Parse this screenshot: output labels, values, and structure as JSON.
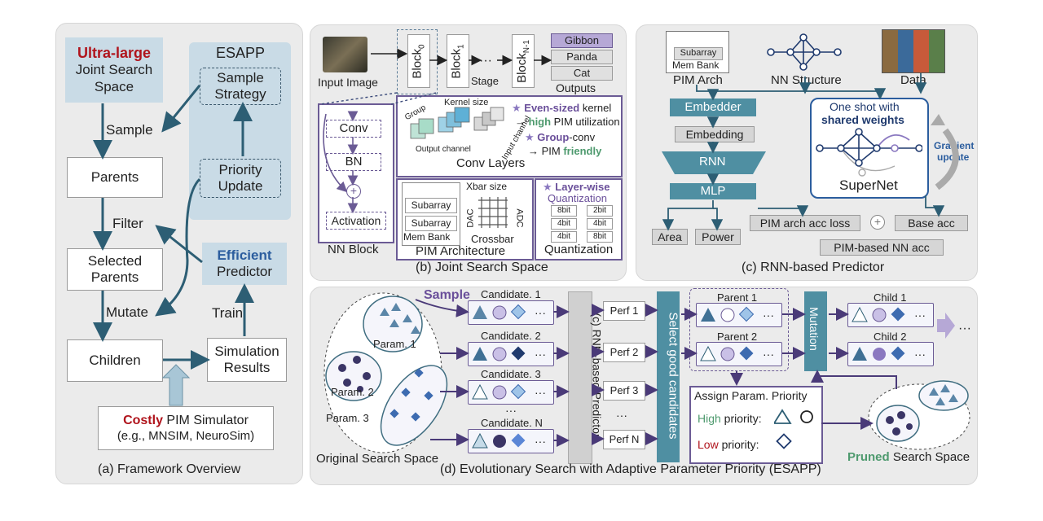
{
  "panel_a": {
    "caption": "(a) Framework Overview",
    "ultra_large": "Ultra-large",
    "joint_search": "Joint Search",
    "space": "Space",
    "sample": "Sample",
    "parents": "Parents",
    "filter": "Filter",
    "selected": "Selected",
    "parents2": "Parents",
    "mutate": "Mutate",
    "children": "Children",
    "esapp": "ESAPP",
    "sample_l1": "Sample",
    "sample_l2": "Strategy",
    "priority_l1": "Priority",
    "priority_l2": "Update",
    "efficient": "Efficient",
    "predictor": "Predictor",
    "train": "Train",
    "sim_l1": "Simulation",
    "sim_l2": "Results",
    "costly": "Costly",
    "pim_sim": " PIM Simulator",
    "eg": "(e.g., MNSIM, NeuroSim)"
  },
  "panel_b": {
    "caption": "(b) Joint Search Space",
    "input_image": "Input Image",
    "block": "Block",
    "sub0": "0",
    "sub1": "1",
    "subn": "N-1",
    "dots": "···",
    "stage": "Stage",
    "outputs": "Outputs",
    "out1": "Gibbon",
    "out2": "Panda",
    "out3": "Cat",
    "conv": "Conv",
    "bn": "BN",
    "activation": "Activation",
    "nn_block": "NN Block",
    "kernel_size": "Kernel size",
    "group": "Group",
    "output_channel": "Output channel",
    "input_channel": "Input channel",
    "conv_layers": "Conv Layers",
    "even_sized": "Even-sized",
    "kernel": " kernel",
    "arrow_high": "→ ",
    "high": "high",
    "pim_util": " PIM utilization",
    "group_conv": "Group",
    "conv_suffix": "-conv",
    "arrow_pim": "→ PIM ",
    "friendly": "friendly",
    "subarray1": "Subarray",
    "subarray2": "Subarray",
    "mem_bank": "Mem Bank",
    "xbar_size": "Xbar size",
    "dac": "DAC",
    "adc": "ADC",
    "crossbar": "Crossbar",
    "pim_arch": "PIM Architecture",
    "layer_wise": "Layer-wise",
    "quantization_sub": "Quantization",
    "q1": "8bit",
    "q2": "2bit",
    "q3": "4bit",
    "q4": "4bit",
    "q5": "4bit",
    "q6": "8bit",
    "quantization": "Quantization"
  },
  "panel_c": {
    "caption": "(c) RNN-based Predictor",
    "subarray": "Subarray",
    "mem_bank": "Mem Bank",
    "pim_arch": "PIM Arch",
    "nn_structure": "NN Structure",
    "data": "Data",
    "embedder": "Embedder",
    "embedding": "Embedding",
    "rnn": "RNN",
    "mlp": "MLP",
    "one_shot": "One shot with",
    "shared_weights": "shared weights",
    "supernet": "SuperNet",
    "gradient": "Gradient",
    "update": "update",
    "area": "Area",
    "power": "Power",
    "pim_loss": "PIM arch acc loss",
    "base_acc": "Base acc",
    "pim_nn_acc": "PIM-based NN acc"
  },
  "panel_d": {
    "caption": "(d) Evolutionary Search with Adaptive Parameter Priority (ESAPP)",
    "sample": "Sample",
    "param1": "Param. 1",
    "param2": "Param. 2",
    "param3": "Param. 3",
    "original": "Original Search Space",
    "cand1": "Candidate. 1",
    "cand2": "Candidate. 2",
    "cand3": "Candidate. 3",
    "candn": "Candidate. N",
    "dots": "···",
    "rnn_pred": "(c) RNN-based Predictor",
    "perf1": "Perf 1",
    "perf2": "Perf 2",
    "perf3": "Perf 3",
    "perfn": "Perf N",
    "select": "Select good candidates",
    "parent1": "Parent 1",
    "parent2": "Parent 2",
    "mutation": "Mutation",
    "child1": "Child 1",
    "child2": "Child 2",
    "assign": "Assign Param. Priority",
    "high": "High",
    "priority": " priority:",
    "low": "Low",
    "pruned": "Pruned",
    "search_space": " Search Space"
  }
}
